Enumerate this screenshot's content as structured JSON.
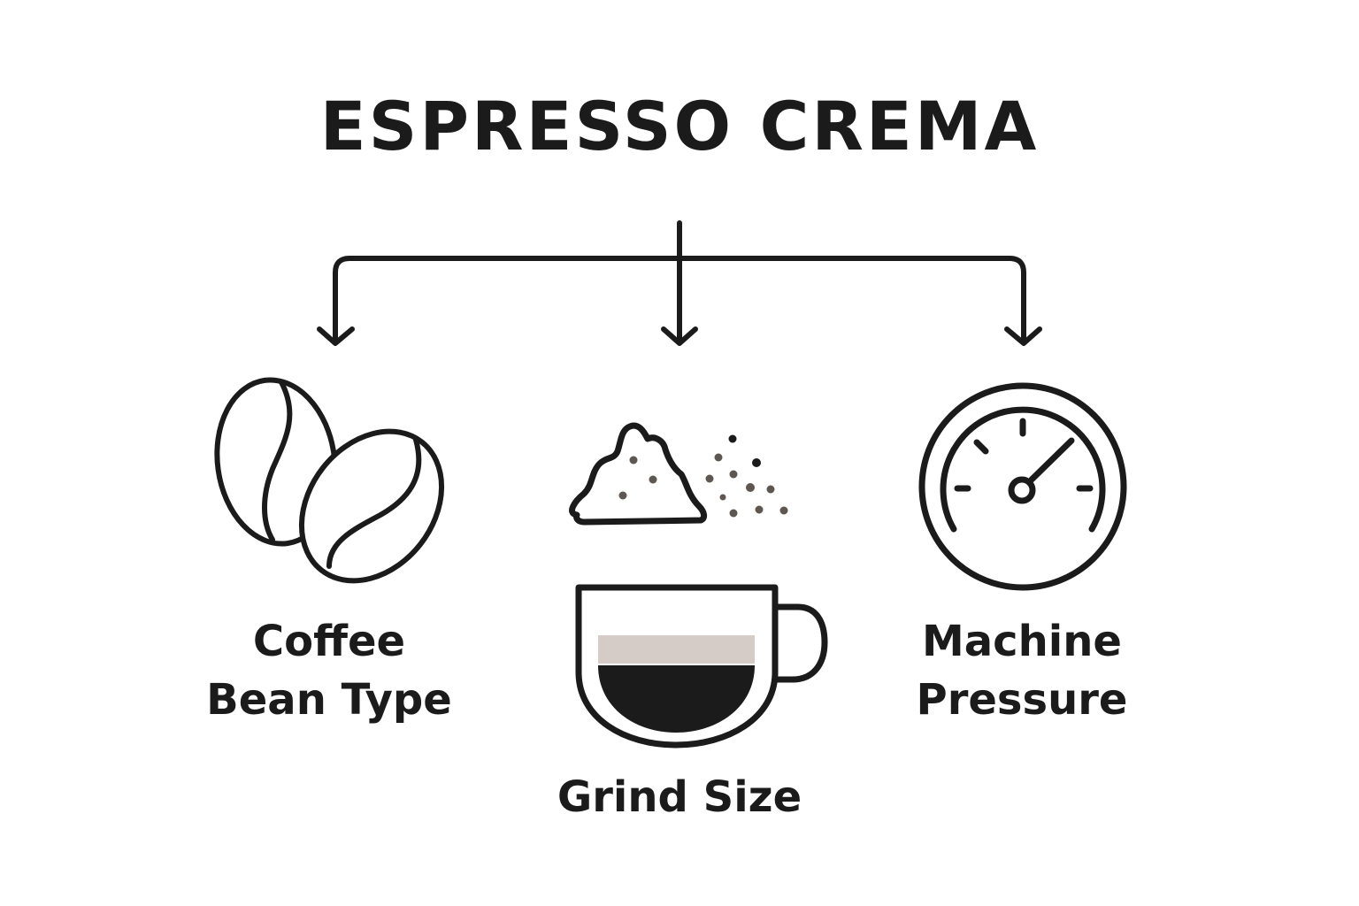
{
  "title": "ESPRESSO CREMA",
  "colors": {
    "ink": "#1b1b1b",
    "crema": "#d5ccc8",
    "espresso": "#1b1b1b",
    "grounds": "#5e5650",
    "background": "#ffffff"
  },
  "factors": [
    {
      "id": "bean",
      "lines": [
        "Coffee",
        "Bean Type"
      ],
      "icon": "coffee-beans-icon"
    },
    {
      "id": "grind",
      "lines": [
        "Grind Size"
      ],
      "icon": "ground-coffee-icon"
    },
    {
      "id": "pressure",
      "lines": [
        "Machine",
        "Pressure"
      ],
      "icon": "pressure-gauge-icon"
    }
  ],
  "center_icon": "espresso-cup-icon"
}
